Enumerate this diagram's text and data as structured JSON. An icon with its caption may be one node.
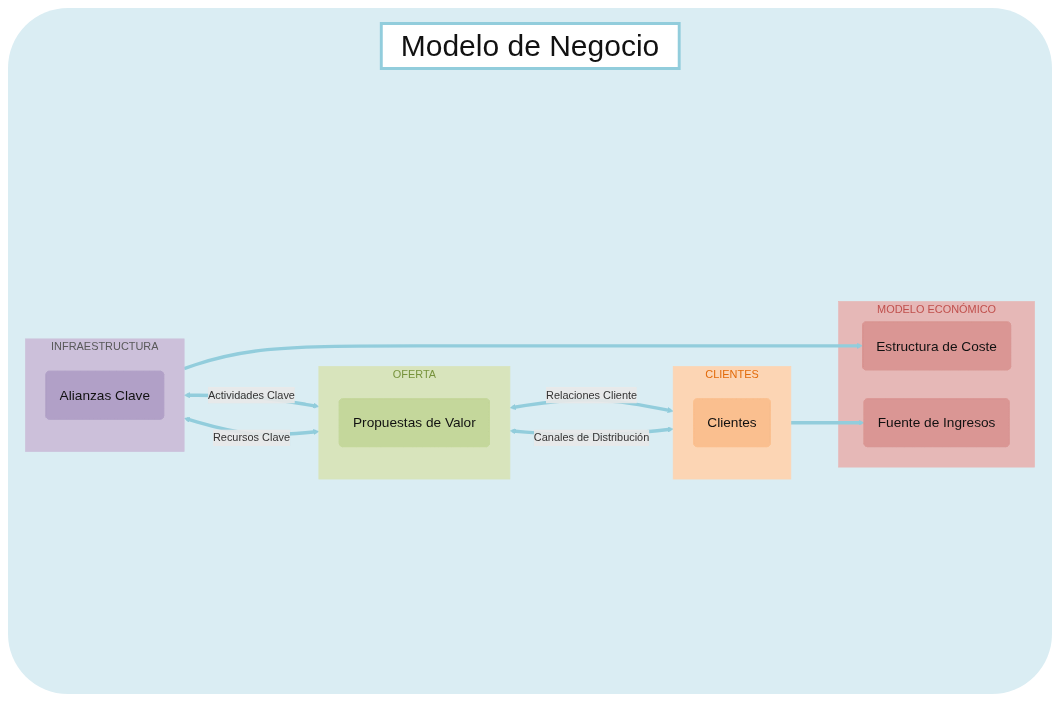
{
  "diagram": {
    "title": "Modelo de Negocio",
    "nodes": [
      {
        "text": [
          "INFRAESTRUCTURA"
        ]
      },
      {
        "text": [
          "Alianzas Clave"
        ],
        "in": 0
      },
      {
        "text": [
          "OFERTA"
        ]
      },
      {
        "text": [
          "Propuestas de Valor"
        ],
        "in": 2
      },
      {
        "text": [
          "CLIENTES"
        ]
      },
      {
        "text": [
          "Clientes"
        ],
        "in": 4
      },
      {
        "text": [
          "MODELO ECONÓMICO"
        ]
      },
      {
        "text": [
          "Estructura de Coste"
        ],
        "in": 6
      },
      {
        "text": [
          "Fuente de Ingresos"
        ],
        "in": 6
      }
    ],
    "edges": [
      {
        "from": 0,
        "to": 2,
        "arrow": "both",
        "label": "Actividades Clave"
      },
      {
        "from": 0,
        "to": 2,
        "arrow": "both",
        "label": "Recursos Clave"
      },
      {
        "from": 2,
        "to": 4,
        "arrow": "both",
        "label": "Relaciones Cliente"
      },
      {
        "from": 2,
        "to": 4,
        "arrow": "both",
        "label": "Canales de Distribución"
      },
      {
        "from": 0,
        "to": 7,
        "arrow": "to"
      },
      {
        "from": 4,
        "to": 8,
        "arrow": "to"
      }
    ]
  }
}
